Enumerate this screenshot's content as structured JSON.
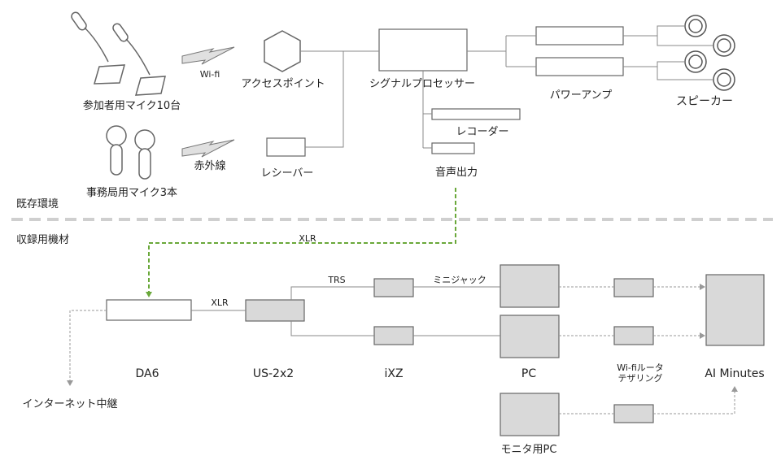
{
  "existing": {
    "section_label": "既存環境",
    "participant_mics": "参加者用マイク10台",
    "office_mics": "事務局用マイク3本",
    "wifi": "Wi-fi",
    "infrared": "赤外線",
    "access_point": "アクセスポイント",
    "receiver": "レシーバー",
    "signal_processor": "シグナルプロセッサー",
    "power_amp": "パワーアンプ",
    "speaker": "スピーカー",
    "recorder": "レコーダー",
    "audio_out": "音声出力"
  },
  "recording": {
    "section_label": "収録用機材",
    "xlr_top": "XLR",
    "xlr": "XLR",
    "trs": "TRS",
    "mini_jack": "ミニジャック",
    "da6": "DA6",
    "us2x2": "US-2x2",
    "ixz": "iXZ",
    "pc": "PC",
    "wifi_router": "Wi-fiルータ",
    "tethering": "テザリング",
    "ai_minutes": "AI Minutes",
    "internet_relay": "インターネット中継",
    "monitor_pc": "モニタ用PC"
  },
  "colors": {
    "box_stroke": "#555555",
    "gray_fill": "#d9d9d9",
    "line": "#666666",
    "dashed_line": "#999999",
    "green_link": "#6aa83a"
  }
}
